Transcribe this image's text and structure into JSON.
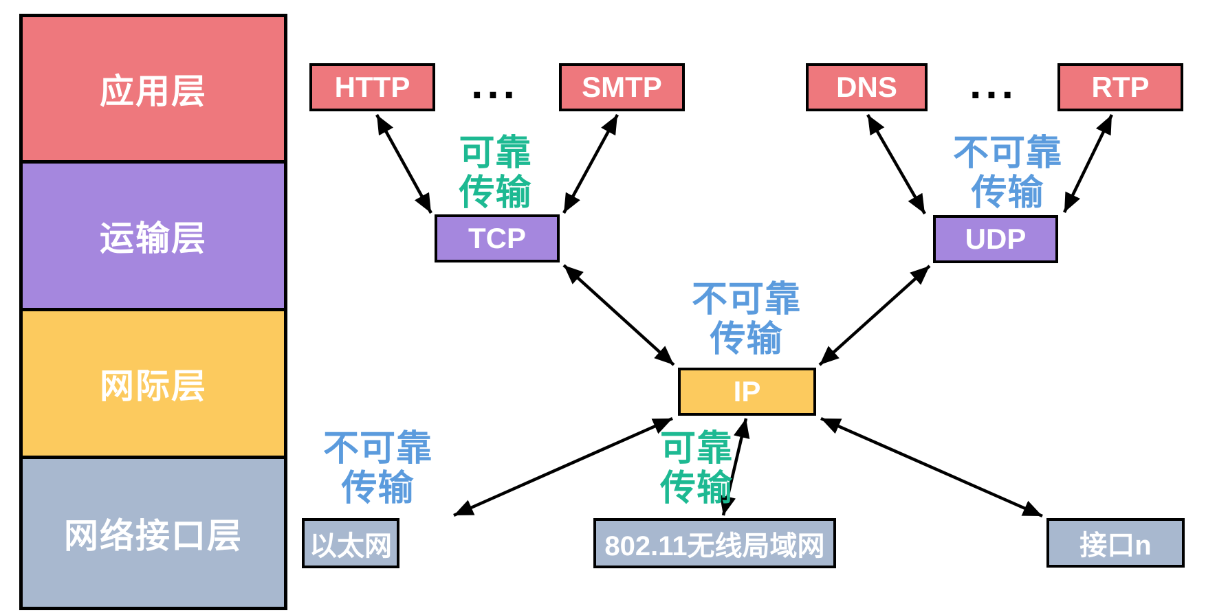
{
  "layers": {
    "application": "应用层",
    "transport": "运输层",
    "internet": "网际层",
    "network_interface": "网络接口层"
  },
  "protocols": {
    "http": "HTTP",
    "smtp": "SMTP",
    "dns": "DNS",
    "rtp": "RTP",
    "tcp": "TCP",
    "udp": "UDP",
    "ip": "IP",
    "ethernet": "以太网",
    "wlan": "802.11无线局域网",
    "interface_n": "接口n"
  },
  "ellipsis": "...",
  "annotations": {
    "reliable_line1": "可靠",
    "reliable_line2": "传输",
    "unreliable_line1": "不可靠",
    "unreliable_line2": "传输"
  },
  "colors": {
    "application_layer": "#EE787D",
    "transport_layer": "#A587DE",
    "internet_layer": "#FCCA5E",
    "network_interface_layer": "#A8B8CF",
    "reliable_text": "#1DB992",
    "unreliable_text": "#5B9BDD",
    "arrow": "#000000",
    "background": "#FFFFFF"
  }
}
